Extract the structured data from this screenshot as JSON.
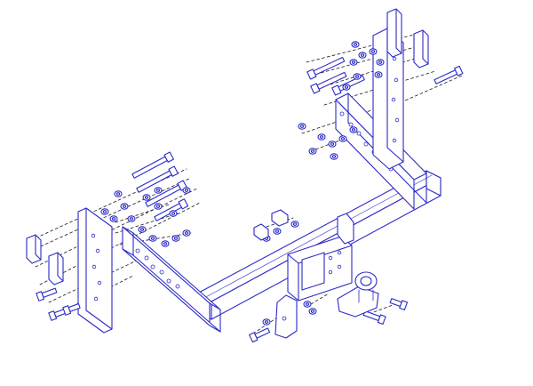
{
  "diagram": {
    "type": "exploded-assembly-line-drawing",
    "colors": {
      "background": "#ffffff",
      "line": "#2b2bc8",
      "fill": "#ffffff",
      "dash": "#1a1a1a"
    },
    "parts": [
      "crossbar",
      "left-side-bracket",
      "right-side-bracket",
      "left-mounting-plate",
      "right-mounting-plate",
      "towball-mounting-plate",
      "tow-ball",
      "long-bolts",
      "short-bolts",
      "washers",
      "nuts",
      "spacer-blocks"
    ]
  }
}
